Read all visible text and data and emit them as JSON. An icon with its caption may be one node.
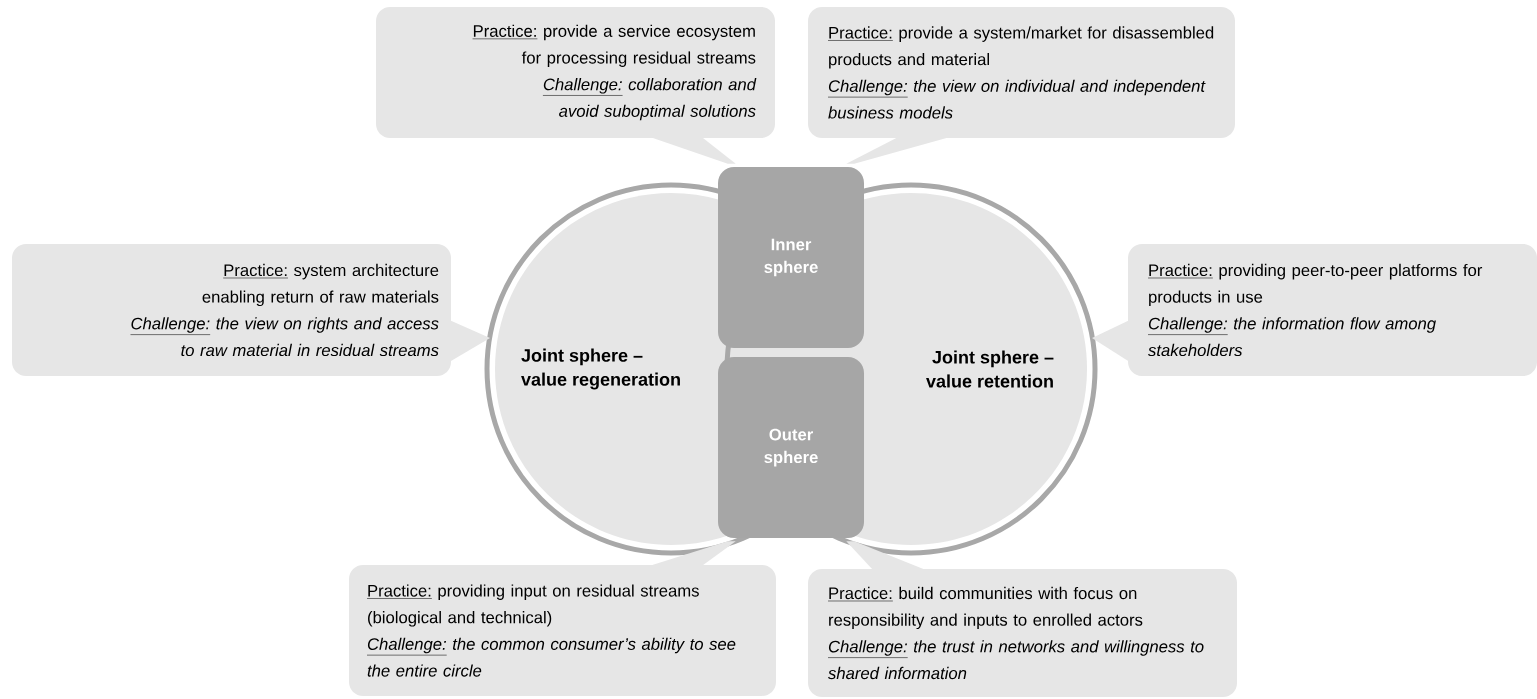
{
  "diagram": {
    "nodes": [
      {
        "text": [
          "Practice:",
          "provide a service ecosystem for processing residual streams",
          "Challenge:",
          "collaboration and avoid suboptimal solutions"
        ]
      },
      {
        "text": [
          "Practice:",
          "provide a system/market for disassembled products and material",
          "Challenge:",
          "the view on individual and independent business models"
        ]
      },
      {
        "text": [
          "Practice:",
          "system architecture enabling return of raw materials",
          "Challenge:",
          "the view on rights and access to raw material in residual streams"
        ]
      },
      {
        "text": [
          "Joint sphere – value regeneration"
        ]
      },
      {
        "text": [
          "Inner sphere"
        ]
      },
      {
        "text": [
          "Joint sphere – value retention"
        ]
      },
      {
        "text": [
          "Practice:",
          "providing peer-to-peer platforms for products in use",
          "Challenge:",
          "the information flow among stakeholders"
        ]
      },
      {
        "text": [
          "Outer sphere"
        ]
      },
      {
        "text": [
          "Practice:",
          "providing input on residual streams (biological and technical)",
          "Challenge:",
          "the common consumer’s ability to see the entire circle"
        ]
      },
      {
        "text": [
          "Practice:",
          "build communities with focus on responsibility and inputs to enrolled actors",
          "Challenge:",
          "the trust in networks and willingness to shared information"
        ]
      }
    ],
    "edges": [
      {
        "from": 0,
        "to": 4,
        "arrow": "none"
      },
      {
        "from": 1,
        "to": 4,
        "arrow": "none"
      },
      {
        "from": 2,
        "to": 3,
        "arrow": "to"
      },
      {
        "from": 6,
        "to": 5,
        "arrow": "to"
      },
      {
        "from": 8,
        "to": 7,
        "arrow": "none"
      },
      {
        "from": 9,
        "to": 7,
        "arrow": "none"
      }
    ]
  }
}
